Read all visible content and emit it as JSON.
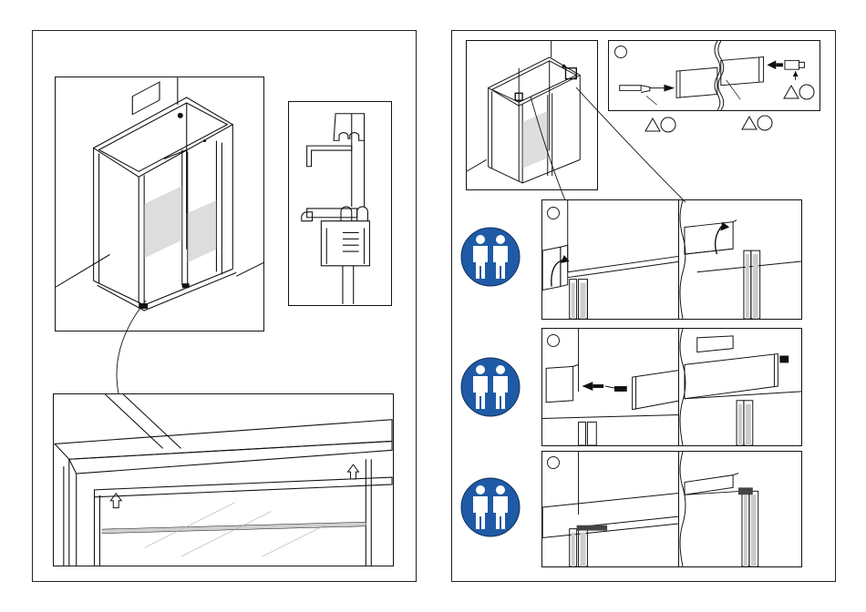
{
  "pages": [
    {
      "id": "left-page"
    },
    {
      "id": "right-page"
    }
  ],
  "icons": {
    "two_persons": "two-persons-icon",
    "step_marker": "circle-marker",
    "part_marker": "triangle-circle-marker",
    "arrow": "arrow-icon"
  },
  "colors": {
    "line": "#111111",
    "shade": "#bdbdbd",
    "light_shade": "#e6e6e6",
    "icon_blue": "#1f5aa6"
  }
}
